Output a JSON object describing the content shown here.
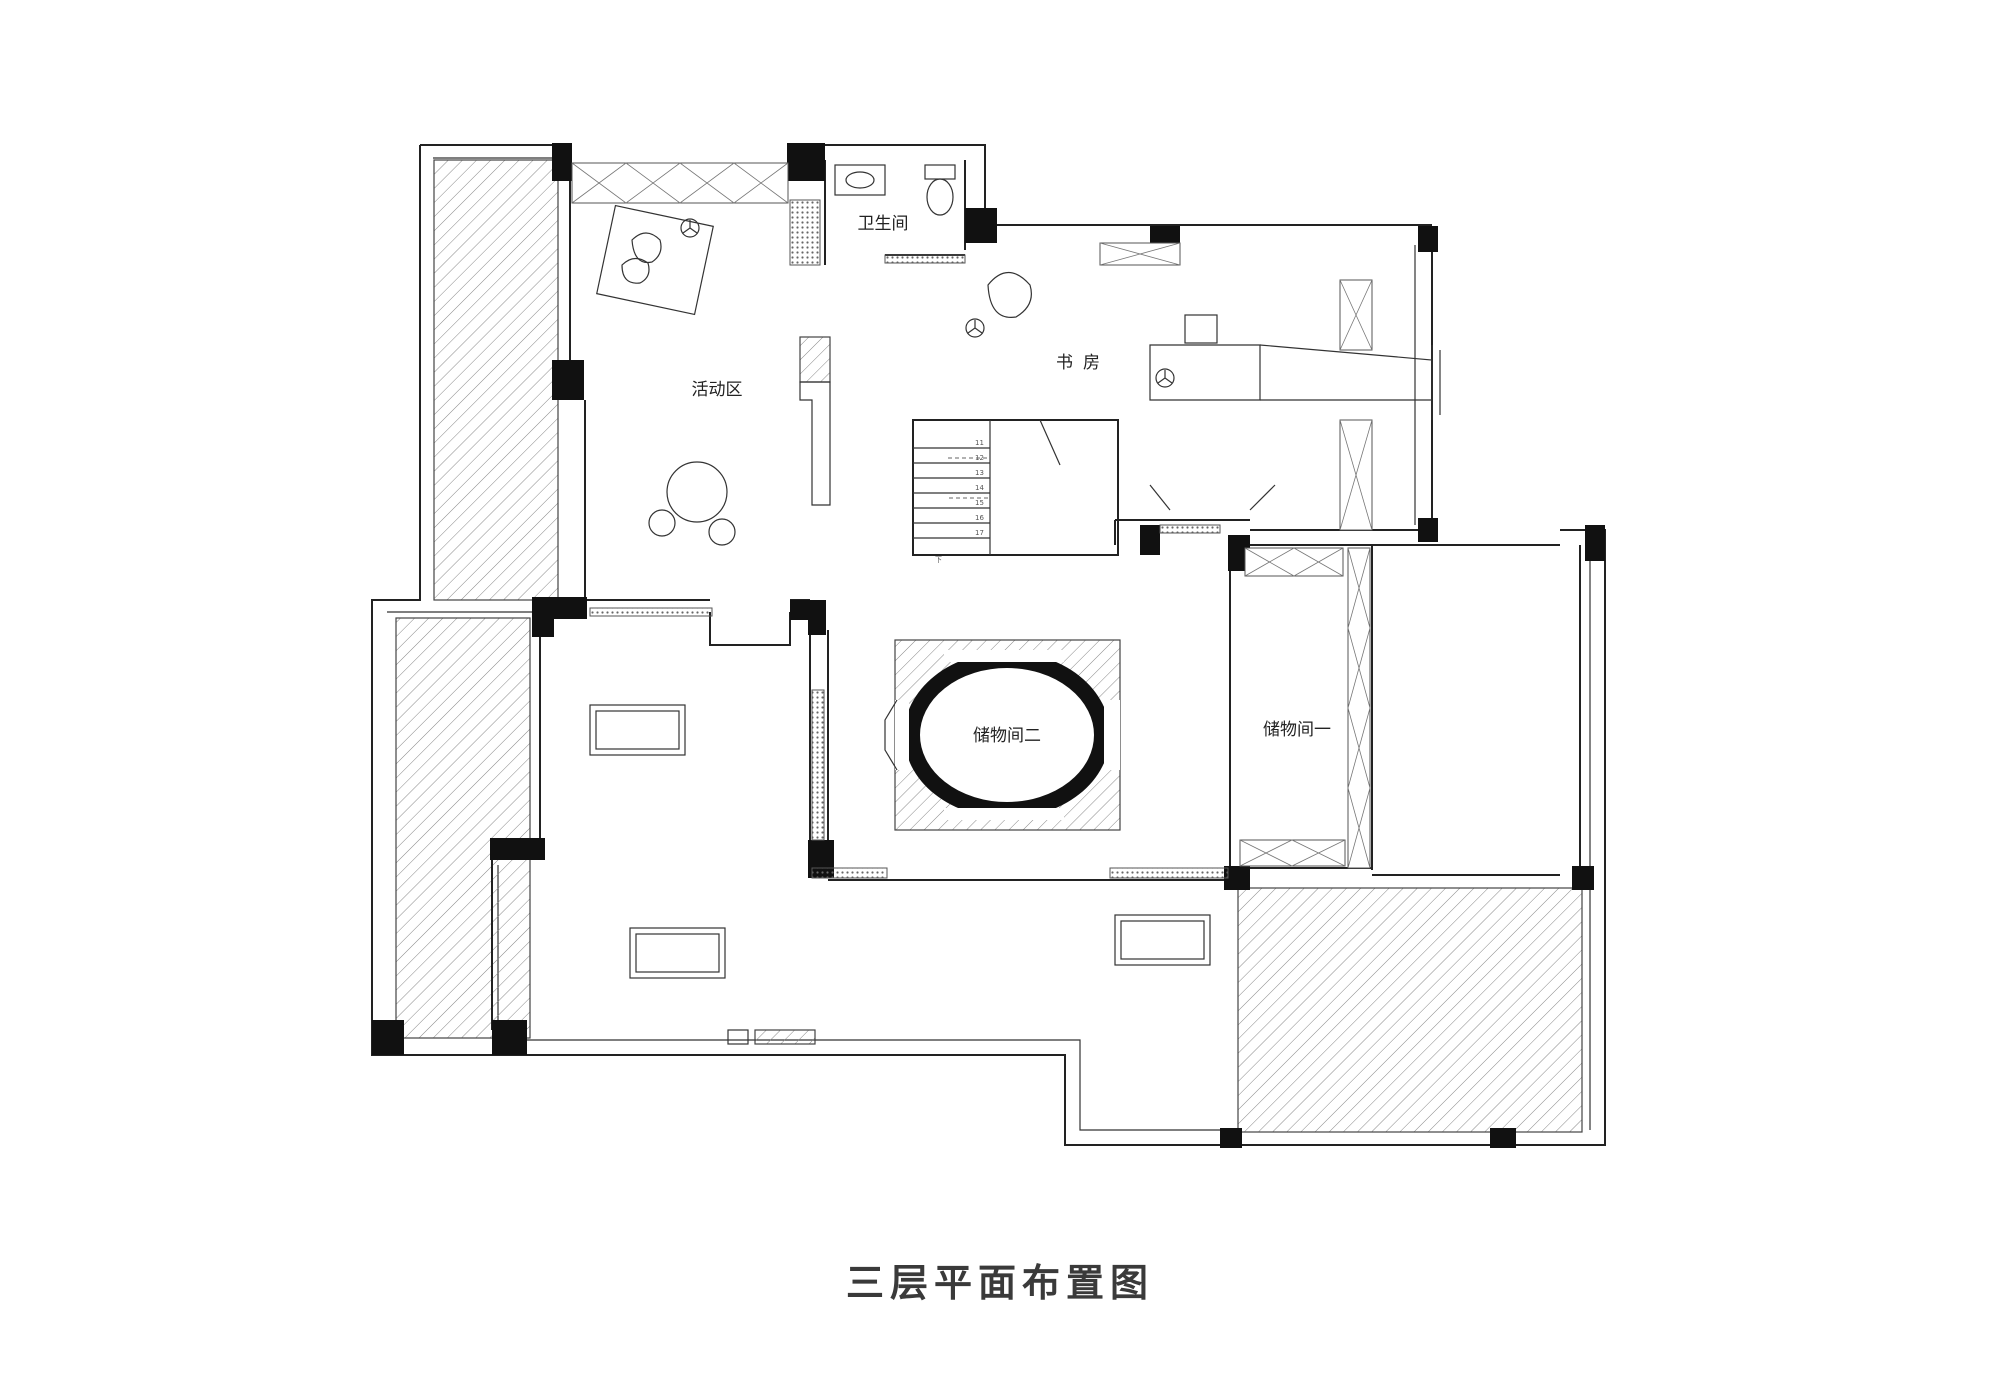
{
  "rooms": {
    "bathroom": "卫生间",
    "study": "书房",
    "activity_area": "活动区",
    "storage_one": "储物间一",
    "storage_two": "储物间二"
  },
  "stair_steps": [
    "11",
    "12",
    "13",
    "14",
    "15",
    "16",
    "17"
  ],
  "stair_direction": "下",
  "caption": "三层平面布置图"
}
